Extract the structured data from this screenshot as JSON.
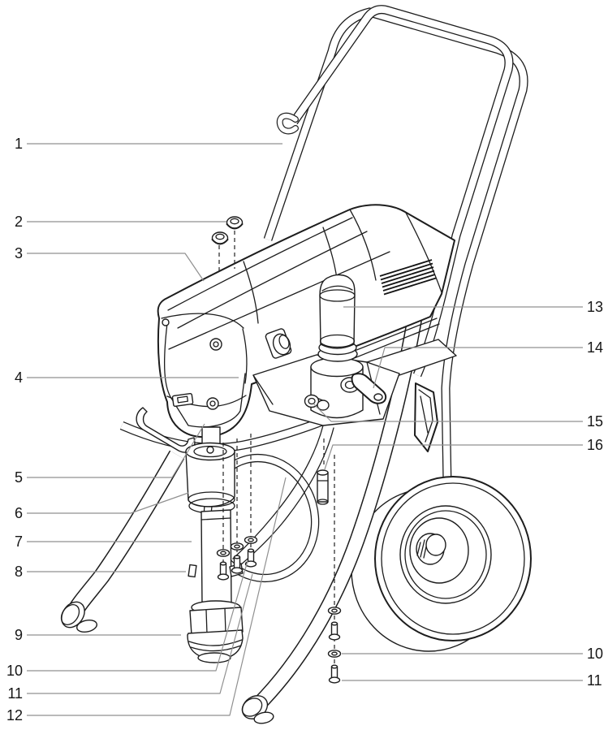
{
  "diagram": {
    "kind": "exploded parts diagram",
    "subject": "airless paint sprayer on wheeled cart",
    "background_color": "#ffffff",
    "line_color": "#1d1d1d",
    "leader_line_color": "#909090",
    "label_color": "#161616"
  },
  "callouts": [
    {
      "number": "1",
      "side": "left"
    },
    {
      "number": "2",
      "side": "left"
    },
    {
      "number": "3",
      "side": "left"
    },
    {
      "number": "4",
      "side": "left"
    },
    {
      "number": "5",
      "side": "left"
    },
    {
      "number": "6",
      "side": "left"
    },
    {
      "number": "7",
      "side": "left"
    },
    {
      "number": "8",
      "side": "left"
    },
    {
      "number": "9",
      "side": "left"
    },
    {
      "number": "10",
      "side": "left"
    },
    {
      "number": "11",
      "side": "left"
    },
    {
      "number": "12",
      "side": "left"
    },
    {
      "number": "13",
      "side": "right"
    },
    {
      "number": "14",
      "side": "right"
    },
    {
      "number": "15",
      "side": "right"
    },
    {
      "number": "16",
      "side": "right"
    },
    {
      "number": "10",
      "side": "right"
    },
    {
      "number": "11",
      "side": "right"
    }
  ]
}
